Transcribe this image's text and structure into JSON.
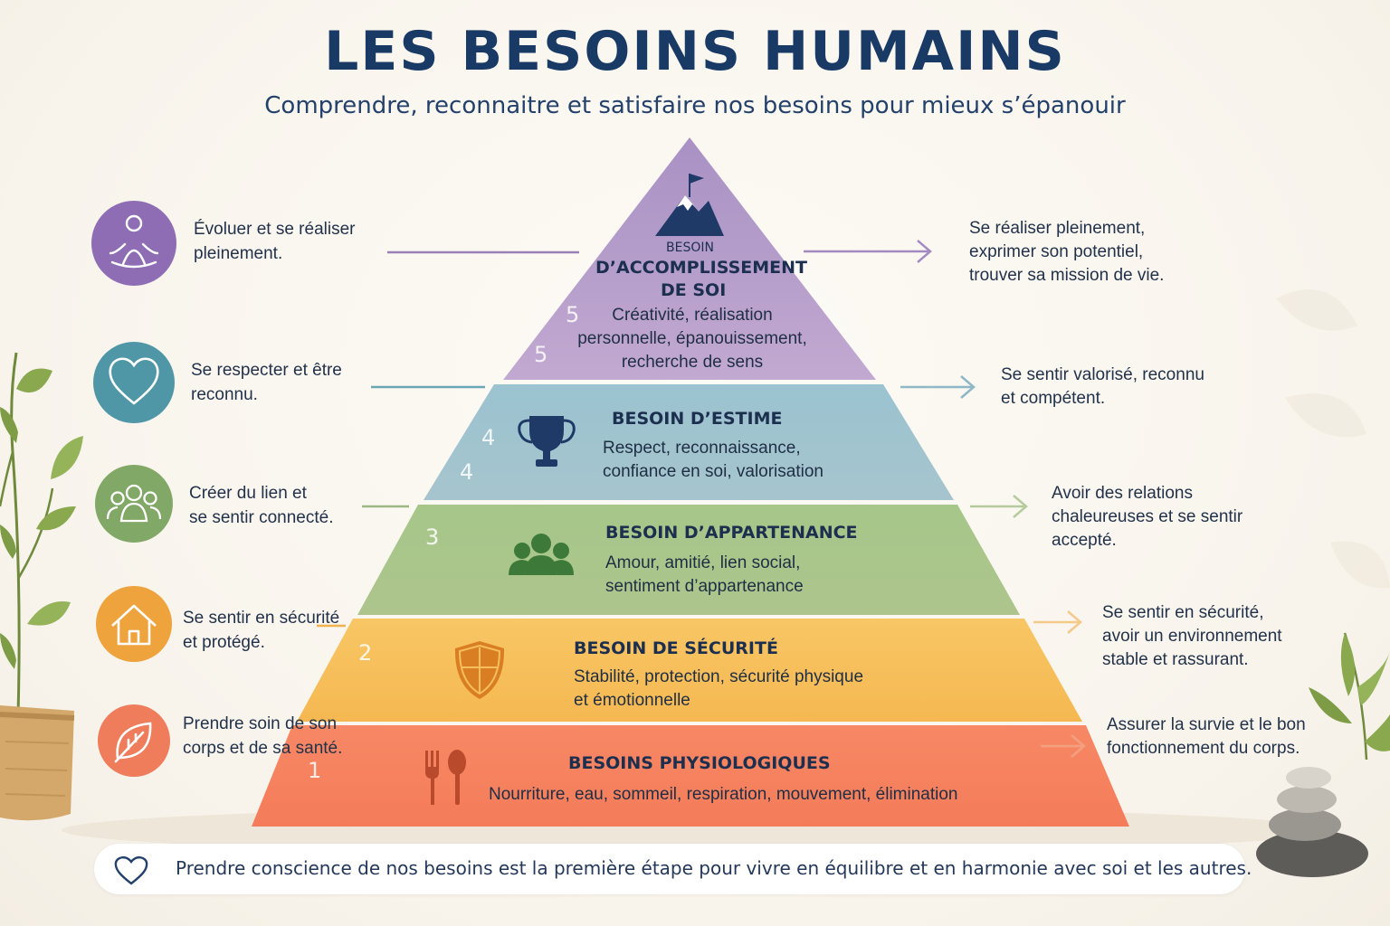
{
  "title": "LES BESOINS HUMAINS",
  "subtitle": "Comprendre, reconnaitre et satisfaire nos besoins pour mieux s’épanouir",
  "levels": [
    {
      "number": "5",
      "title_small": "BESOIN",
      "title_line1": "D’ACCOMPLISSEMENT",
      "title_line2": "DE SOI",
      "desc": [
        "Créativité, réalisation",
        "personnelle, épanouissement,",
        "recherche de sens"
      ],
      "left_text": [
        "Évoluer et se réaliser",
        "pleinement."
      ],
      "right_text": [
        "Se réaliser pleinement,",
        "exprimer son potentiel,",
        "trouver sa mission de vie."
      ],
      "color": "#b79fca",
      "circle_color": "#8f6fb5",
      "left_icon": "meditation-icon",
      "band_icon": "mountain-flag-icon"
    },
    {
      "number": "4",
      "title": "BESOIN D’ESTIME",
      "desc": [
        "Respect, reconnaissance,",
        "confiance en soi, valorisation"
      ],
      "left_text": [
        "Se respecter et être",
        "reconnu."
      ],
      "right_text": [
        "Se sentir valorisé, reconnu",
        "et compétent."
      ],
      "color": "#9cc0cc",
      "circle_color": "#4f96a6",
      "left_icon": "heart-icon",
      "band_icon": "trophy-icon"
    },
    {
      "number": "3",
      "title": "BESOIN D’APPARTENANCE",
      "desc": [
        "Amour, amitié, lien social,",
        "sentiment d’appartenance"
      ],
      "left_text": [
        "Créer du lien et",
        "se sentir connecté."
      ],
      "right_text": [
        "Avoir des relations",
        "chaleureuses et se sentir",
        "accepté."
      ],
      "color": "#a9c489",
      "circle_color": "#82a765",
      "left_icon": "group-icon",
      "band_icon": "people-icon"
    },
    {
      "number": "2",
      "title": "BESOIN DE SÉCURITÉ",
      "desc": [
        "Stabilité, protection, sécurité physique",
        "et émotionnelle"
      ],
      "left_text": [
        "Se sentir en sécurité",
        "et protégé."
      ],
      "right_text": [
        "Se sentir en sécurité,",
        "avoir un environnement",
        "stable et rassurant."
      ],
      "color": "#f6be5d",
      "circle_color": "#eda23c",
      "left_icon": "house-icon",
      "band_icon": "shield-icon"
    },
    {
      "number": "1",
      "title": "BESOINS PHYSIOLOGIQUES",
      "desc": [
        "Nourriture, eau, sommeil, respiration, mouvement, élimination"
      ],
      "left_text": [
        "Prendre soin de son",
        "corps et de sa santé."
      ],
      "right_text": [
        "Assurer la survie et le bon",
        "fonctionnement du corps."
      ],
      "color": "#f58461",
      "circle_color": "#ee7c5b",
      "left_icon": "leaf-icon",
      "band_icon": "fork-spoon-icon"
    }
  ],
  "footer": {
    "text": "Prendre conscience de nos besoins est la première étape pour vivre en équilibre et en harmonie avec soi et les autres.",
    "icon": "heart-outline-icon"
  }
}
